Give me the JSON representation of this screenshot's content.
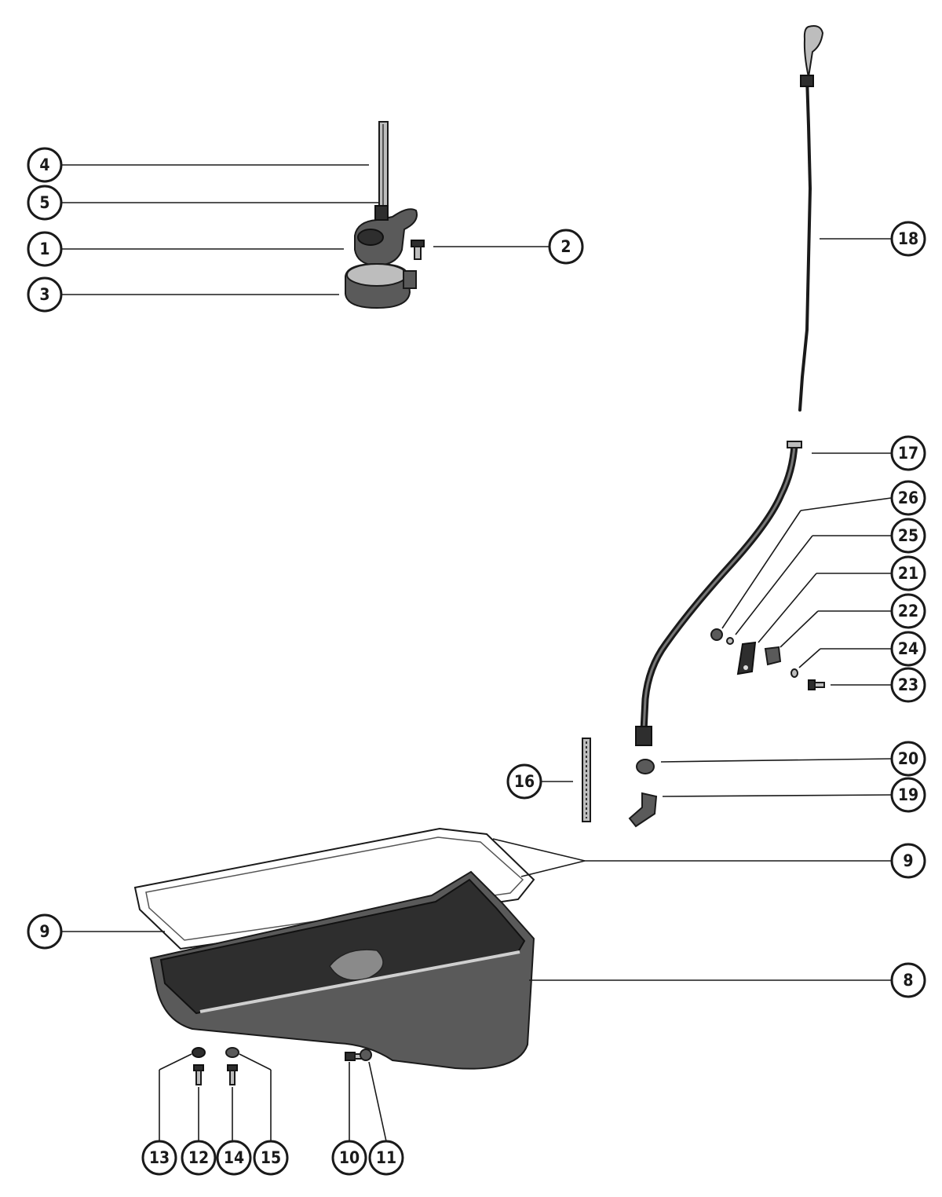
{
  "callouts": [
    {
      "id": "c4",
      "label": "4"
    },
    {
      "id": "c5",
      "label": "5"
    },
    {
      "id": "c1",
      "label": "1"
    },
    {
      "id": "c3",
      "label": "3"
    },
    {
      "id": "c2",
      "label": "2"
    },
    {
      "id": "c18",
      "label": "18"
    },
    {
      "id": "c17",
      "label": "17"
    },
    {
      "id": "c26",
      "label": "26"
    },
    {
      "id": "c25",
      "label": "25"
    },
    {
      "id": "c21",
      "label": "21"
    },
    {
      "id": "c22",
      "label": "22"
    },
    {
      "id": "c24",
      "label": "24"
    },
    {
      "id": "c23",
      "label": "23"
    },
    {
      "id": "c20",
      "label": "20"
    },
    {
      "id": "c16",
      "label": "16"
    },
    {
      "id": "c19",
      "label": "19"
    },
    {
      "id": "c9a",
      "label": "9"
    },
    {
      "id": "c9b",
      "label": "9"
    },
    {
      "id": "c8",
      "label": "8"
    },
    {
      "id": "c13",
      "label": "13"
    },
    {
      "id": "c12",
      "label": "12"
    },
    {
      "id": "c14",
      "label": "14"
    },
    {
      "id": "c15",
      "label": "15"
    },
    {
      "id": "c10",
      "label": "10"
    },
    {
      "id": "c11",
      "label": "11"
    }
  ]
}
